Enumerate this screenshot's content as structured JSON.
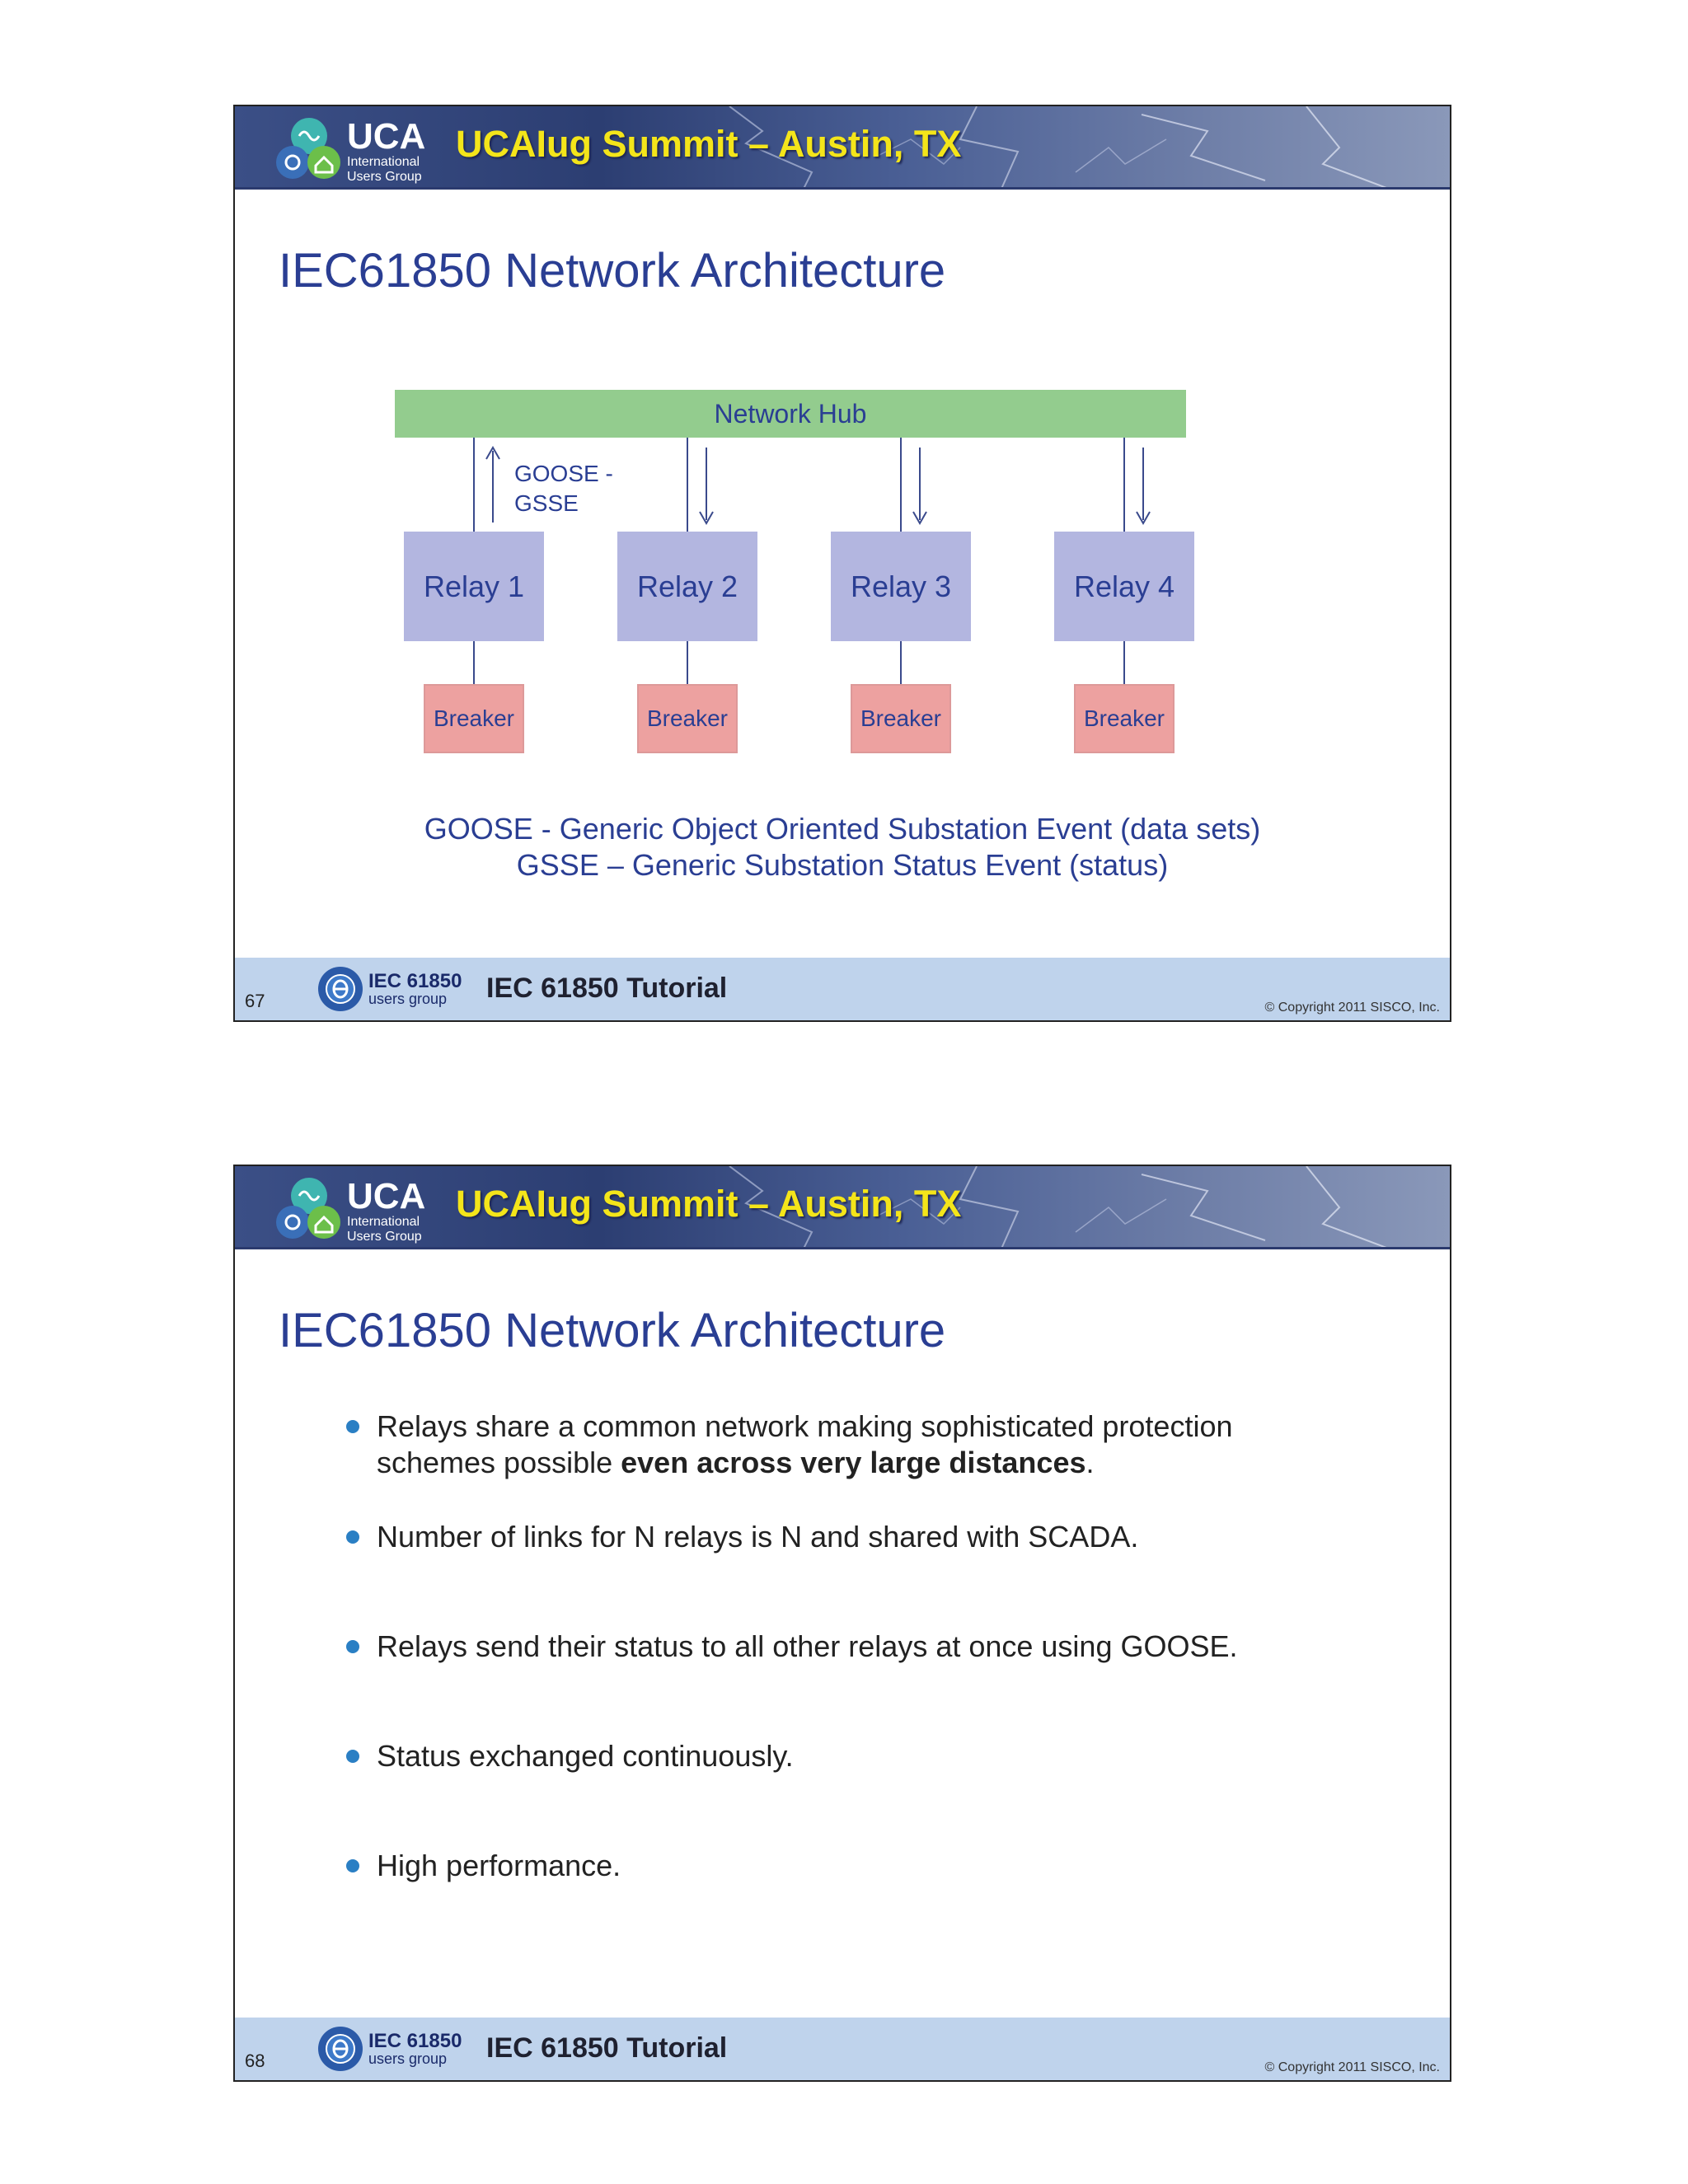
{
  "slides": [
    {
      "banner_title": "UCAIug Summit – Austin, TX",
      "logo_text": "UCA",
      "logo_sub1": "International",
      "logo_sub2": "Users Group",
      "title": "IEC61850 Network Architecture",
      "diagram": {
        "hub_label": "Network Hub",
        "goose_label_line1": "GOOSE -",
        "goose_label_line2": "GSSE",
        "relays": [
          "Relay 1",
          "Relay 2",
          "Relay 3",
          "Relay 4"
        ],
        "breakers": [
          "Breaker",
          "Breaker",
          "Breaker",
          "Breaker"
        ]
      },
      "caption_line1": "GOOSE - Generic Object Oriented Substation Event (data sets)",
      "caption_line2": "GSSE – Generic Substation Status Event (status)",
      "footer": {
        "page_number": "67",
        "logo_line1": "IEC 61850",
        "logo_line2": "users group",
        "title": "IEC 61850 Tutorial",
        "copyright": "© Copyright 2011 SISCO, Inc."
      }
    },
    {
      "banner_title": "UCAIug Summit – Austin, TX",
      "logo_text": "UCA",
      "logo_sub1": "International",
      "logo_sub2": "Users Group",
      "title": "IEC61850 Network Architecture",
      "bullets": [
        {
          "text": "Relays share a common network making sophisticated protection schemes possible ",
          "bold": "even across very large distances",
          "tail": "."
        },
        {
          "text": "Number of links for N relays is N and shared with SCADA.",
          "bold": "",
          "tail": ""
        },
        {
          "text": "Relays send their status to all other relays at once using GOOSE.",
          "bold": "",
          "tail": ""
        },
        {
          "text": "Status exchanged continuously.",
          "bold": "",
          "tail": ""
        },
        {
          "text": "High performance.",
          "bold": "",
          "tail": ""
        }
      ],
      "footer": {
        "page_number": "68",
        "logo_line1": "IEC 61850",
        "logo_line2": "users group",
        "title": "IEC 61850 Tutorial",
        "copyright": "© Copyright 2011 SISCO, Inc."
      }
    }
  ],
  "colors": {
    "title_blue": "#2a3e93",
    "banner_yellow": "#f4e51a",
    "hub_green": "#93cc8e",
    "relay_lavender": "#b3b6e0",
    "breaker_pink": "#eda1a0",
    "footer_blue": "#bfd3ec",
    "bullet_blue": "#2a7fc4"
  }
}
